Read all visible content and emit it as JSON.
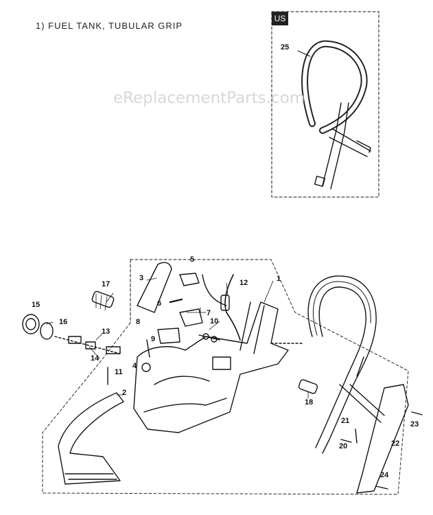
{
  "diagram": {
    "title": "1)  FUEL TANK, TUBULAR GRIP",
    "region_badge": "US",
    "watermark": "eReplacementParts.com",
    "callouts": {
      "c1": "1",
      "c2": "2",
      "c3": "3",
      "c4": "4",
      "c5": "5",
      "c6": "6",
      "c7": "7",
      "c8": "8",
      "c9": "9",
      "c10": "10",
      "c11": "11",
      "c12": "12",
      "c13": "13",
      "c14": "14",
      "c15": "15",
      "c16": "16",
      "c17": "17",
      "c18": "18",
      "c20": "20",
      "c21": "21",
      "c22": "22",
      "c23": "23",
      "c24": "24",
      "c25": "25"
    }
  }
}
